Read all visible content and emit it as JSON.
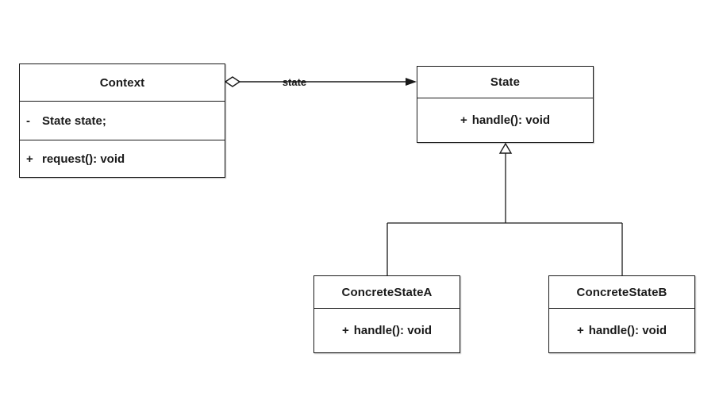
{
  "diagram": {
    "classes": {
      "context": {
        "name": "Context",
        "attributes": [
          {
            "visibility": "-",
            "text": "State state;"
          }
        ],
        "methods": [
          {
            "visibility": "+",
            "text": "request(): void"
          }
        ]
      },
      "state": {
        "name": "State",
        "methods": [
          {
            "visibility": "+",
            "text": "handle(): void"
          }
        ]
      },
      "concrete_state_a": {
        "name": "ConcreteStateA",
        "methods": [
          {
            "visibility": "+",
            "text": "handle(): void"
          }
        ]
      },
      "concrete_state_b": {
        "name": "ConcreteStateB",
        "methods": [
          {
            "visibility": "+",
            "text": "handle(): void"
          }
        ]
      }
    },
    "relationships": {
      "aggregation": {
        "from": "Context",
        "to": "State",
        "label": "state"
      },
      "generalization_children": [
        "ConcreteStateA",
        "ConcreteStateB"
      ]
    },
    "colors": {
      "line": "#1a1a1a",
      "background": "#ffffff"
    }
  }
}
